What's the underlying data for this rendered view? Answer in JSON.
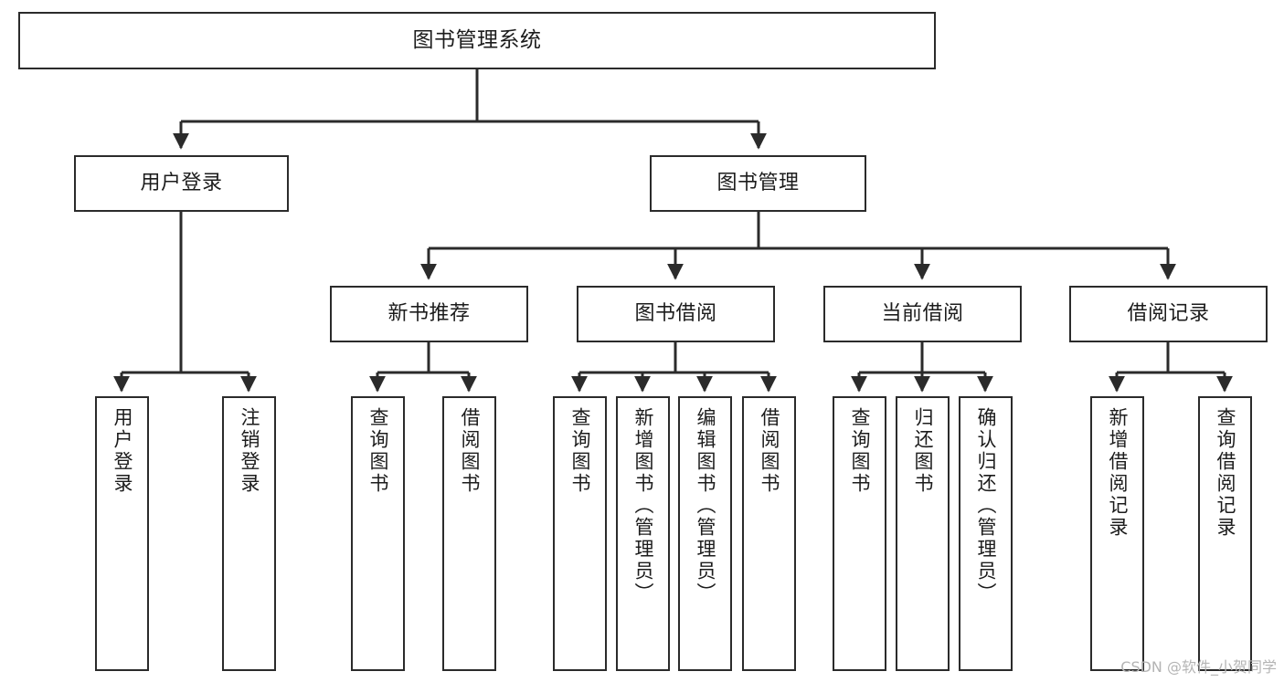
{
  "diagram": {
    "title": "图书管理系统",
    "type": "tree-hierarchy-chart",
    "orientation": "top-down",
    "line_color": "#2b2b2b",
    "box_fill": "#ffffff",
    "text_color": "#1c1c1c"
  },
  "nodes": {
    "root": {
      "label": "图书管理系统",
      "level": 1
    },
    "l2": [
      {
        "id": "user-login",
        "label": "用户登录",
        "level": 2
      },
      {
        "id": "book-manage",
        "label": "图书管理",
        "level": 2
      }
    ],
    "l3": [
      {
        "id": "new-book-recommend",
        "label": "新书推荐",
        "level": 3
      },
      {
        "id": "book-borrow",
        "label": "图书借阅",
        "level": 3
      },
      {
        "id": "current-borrow",
        "label": "当前借阅",
        "level": 3
      },
      {
        "id": "borrow-record",
        "label": "借阅记录",
        "level": 3
      }
    ],
    "leaves": {
      "user_login": [
        {
          "id": "leaf-user-login",
          "label": "用户登录"
        },
        {
          "id": "leaf-logout-login",
          "label": "注销登录"
        }
      ],
      "new_book_recommend": [
        {
          "id": "leaf-query-book-1",
          "label": "查询图书"
        },
        {
          "id": "leaf-borrow-book-1",
          "label": "借阅图书"
        }
      ],
      "book_borrow": [
        {
          "id": "leaf-query-book-2",
          "label": "查询图书"
        },
        {
          "id": "leaf-add-book",
          "label": "新增图书（管理员）"
        },
        {
          "id": "leaf-edit-book",
          "label": "编辑图书（管理员）"
        },
        {
          "id": "leaf-borrow-book-2",
          "label": "借阅图书"
        }
      ],
      "current_borrow": [
        {
          "id": "leaf-query-book-3",
          "label": "查询图书"
        },
        {
          "id": "leaf-return-book",
          "label": "归还图书"
        },
        {
          "id": "leaf-confirm-return",
          "label": "确认归还（管理员）"
        }
      ],
      "borrow_record": [
        {
          "id": "leaf-add-record",
          "label": "新增借阅记录"
        },
        {
          "id": "leaf-query-record",
          "label": "查询借阅记录"
        }
      ]
    }
  },
  "watermark": {
    "text": "CSDN @软件_小贺同学"
  }
}
